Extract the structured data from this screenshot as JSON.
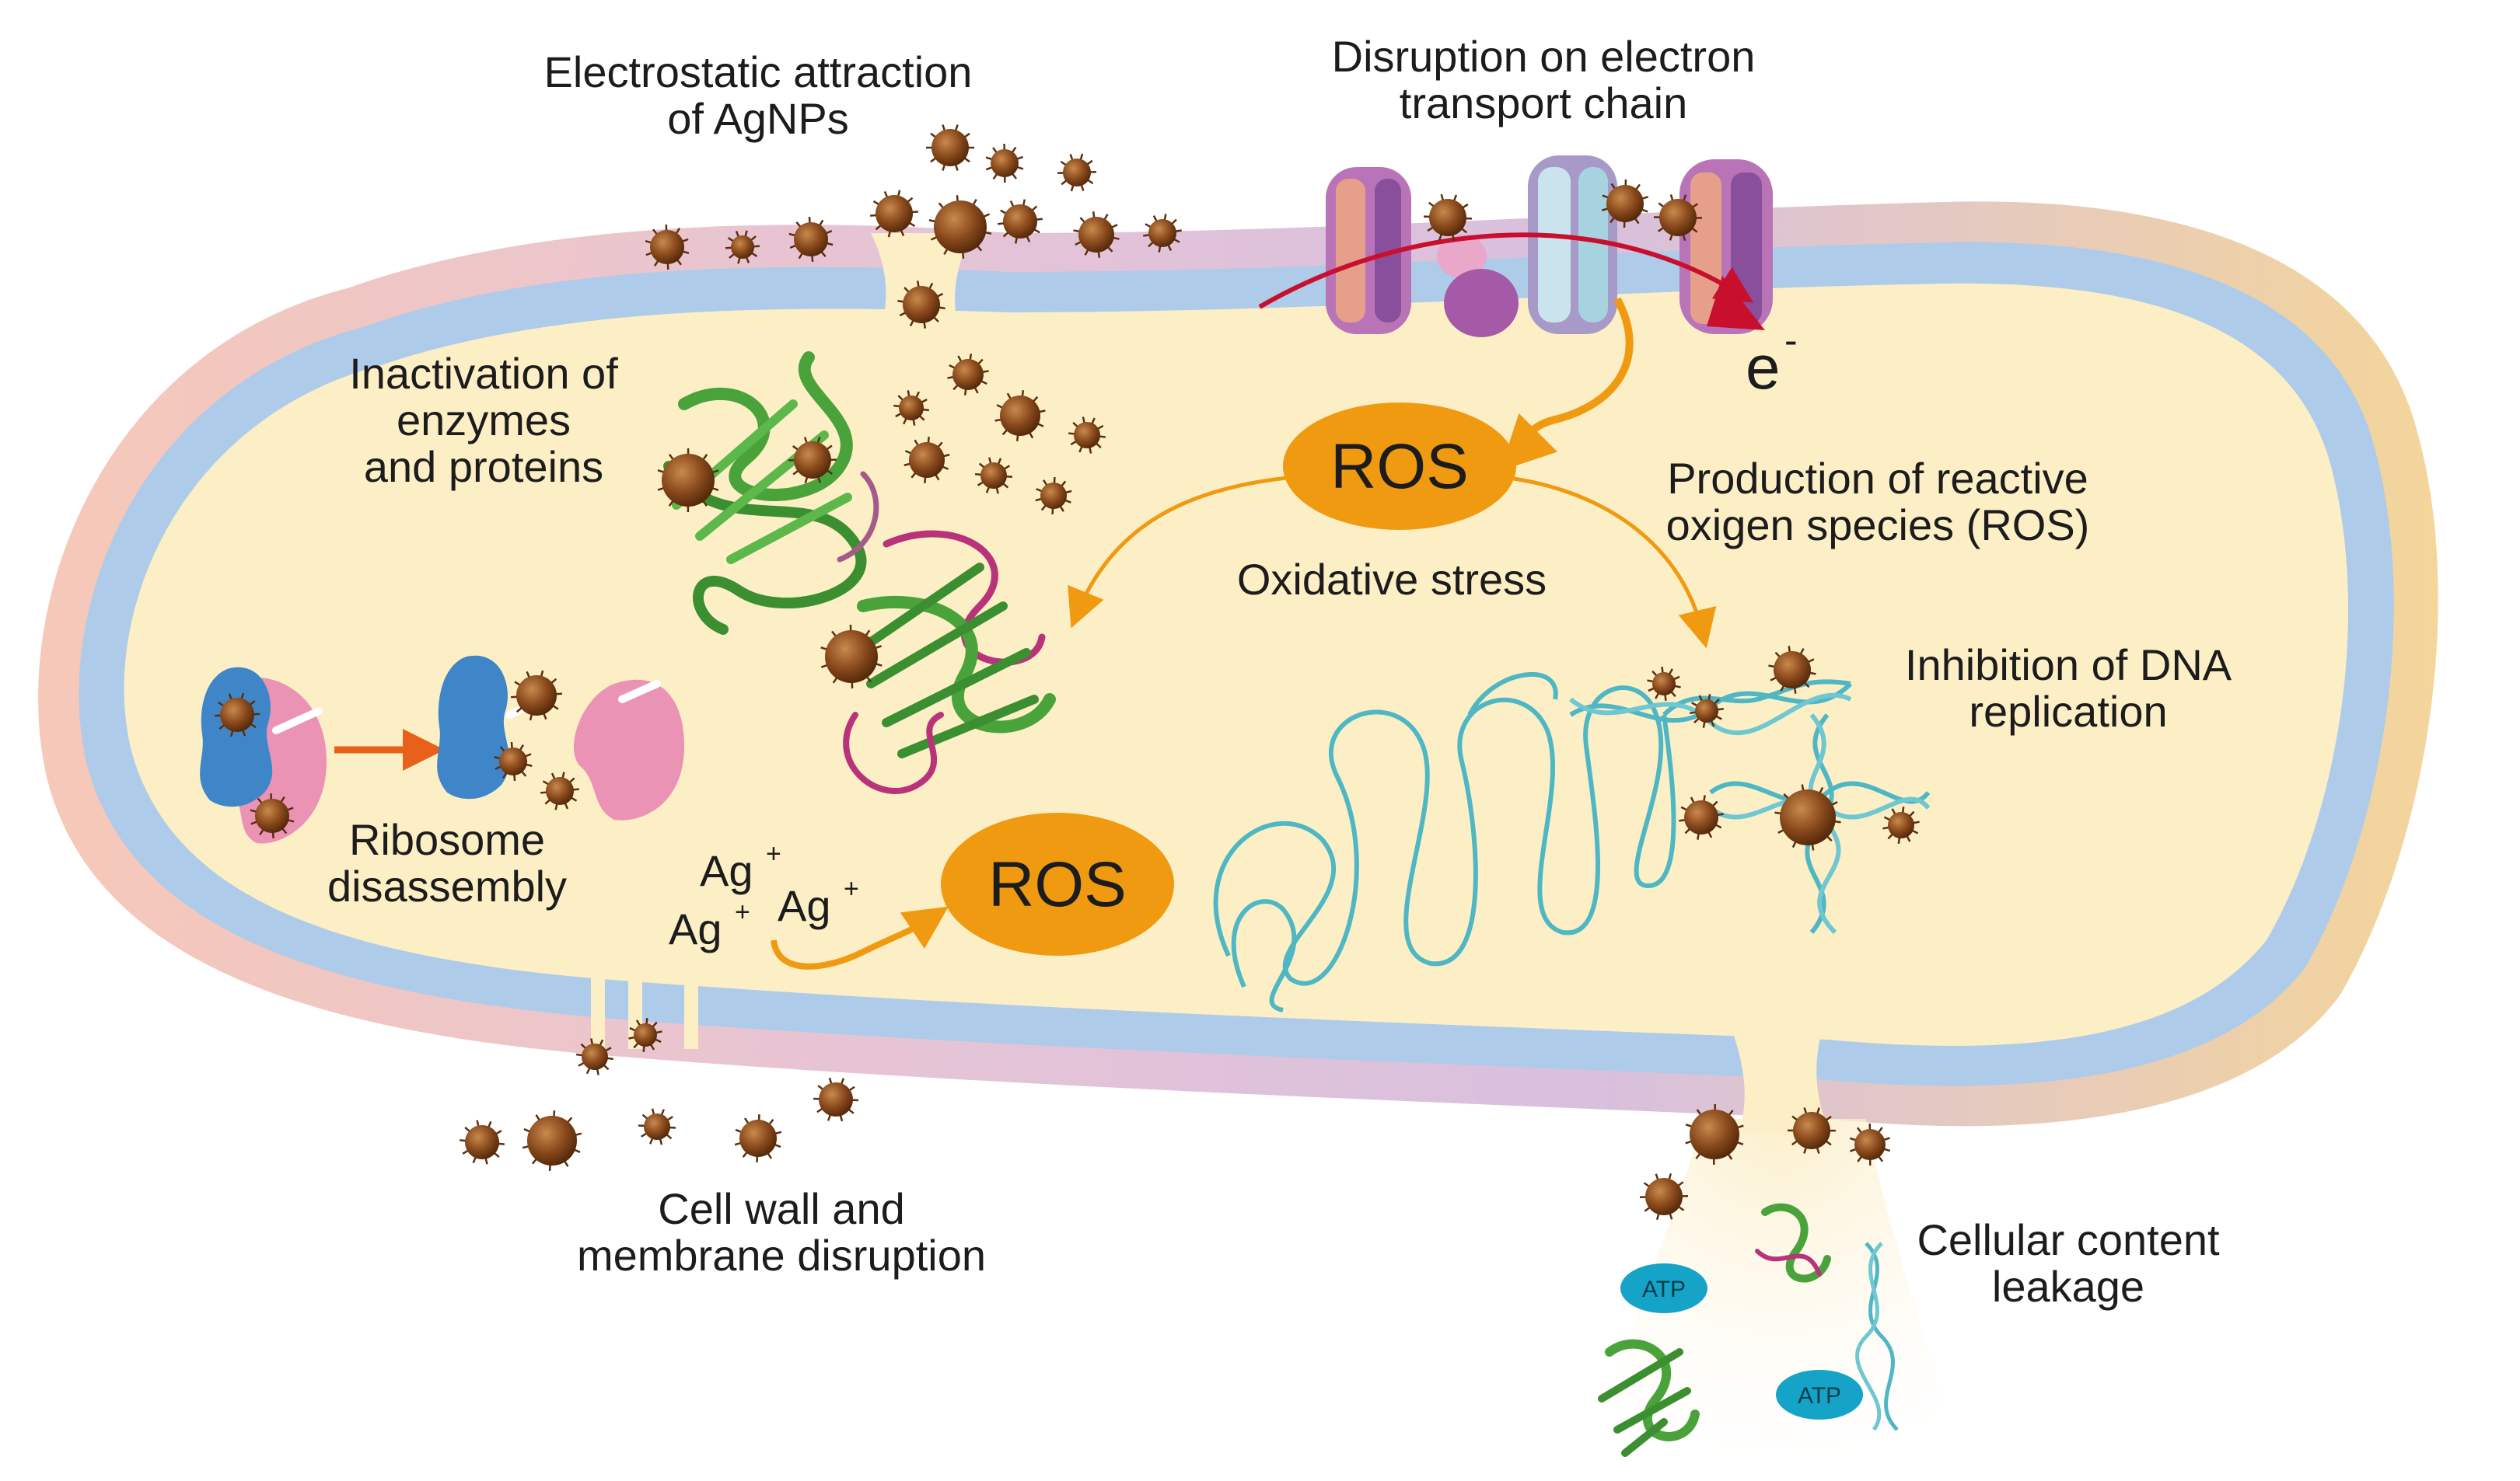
{
  "labels": {
    "electrostatic_line1": "Electrostatic attraction",
    "electrostatic_line2": "of AgNPs",
    "etc_line1": "Disruption on electron",
    "etc_line2": "transport chain",
    "electron": "e",
    "electron_sup": "-",
    "enzymes_line1": "Inactivation of",
    "enzymes_line2": "enzymes",
    "enzymes_line3": "and proteins",
    "ros_production_line1": "Production of reactive",
    "ros_production_line2": "oxigen species (ROS)",
    "oxidative_stress": "Oxidative stress",
    "dna_line1": "Inhibition of DNA",
    "dna_line2": "replication",
    "ribosome_line1": "Ribosome",
    "ribosome_line2": "disassembly",
    "ag_ion": "Ag",
    "ag_ion_sup": "+",
    "wall_line1": "Cell wall and",
    "wall_line2": "membrane disruption",
    "leakage_line1": "Cellular content",
    "leakage_line2": "leakage"
  },
  "ros": {
    "upper": "ROS",
    "lower": "ROS"
  },
  "atp": {
    "first": "ATP",
    "second": "ATP"
  },
  "colors": {
    "cytoplasm": "#fcefc6",
    "membrane_inner": "#aecbea",
    "wall_outer": "#f5c9b0",
    "ros": "#f09a12",
    "arrow_orange": "#f09a12",
    "arrow_red": "#c8102e",
    "nanoparticle": "#8a4a1c",
    "protein_green": "#4aa33a",
    "protein_magenta": "#b8337a",
    "dna": "#4fb7c4",
    "atp": "#15a3c7",
    "ribosome_blue": "#3f86c9",
    "ribosome_pink": "#ea93b5"
  }
}
